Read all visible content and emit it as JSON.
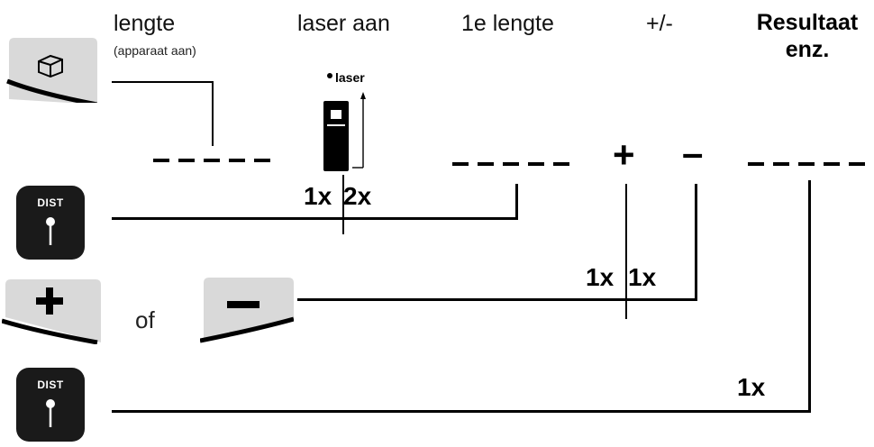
{
  "headers": {
    "col1_title": "lengte",
    "col1_sub": "(apparaat aan)",
    "col2_title": "laser aan",
    "col3_title": "1e lengte",
    "col4_title": "+/-",
    "col5_line1": "Resultaat",
    "col5_line2": "enz."
  },
  "device": {
    "label": "laser"
  },
  "symbols": {
    "plus": "+",
    "minus": "–"
  },
  "counts": {
    "row1_a": "1x",
    "row1_b": "2x",
    "row2_a": "1x",
    "row2_b": "1x",
    "row3": "1x"
  },
  "buttons": {
    "dist_label": "DIST",
    "of_text": "of"
  }
}
